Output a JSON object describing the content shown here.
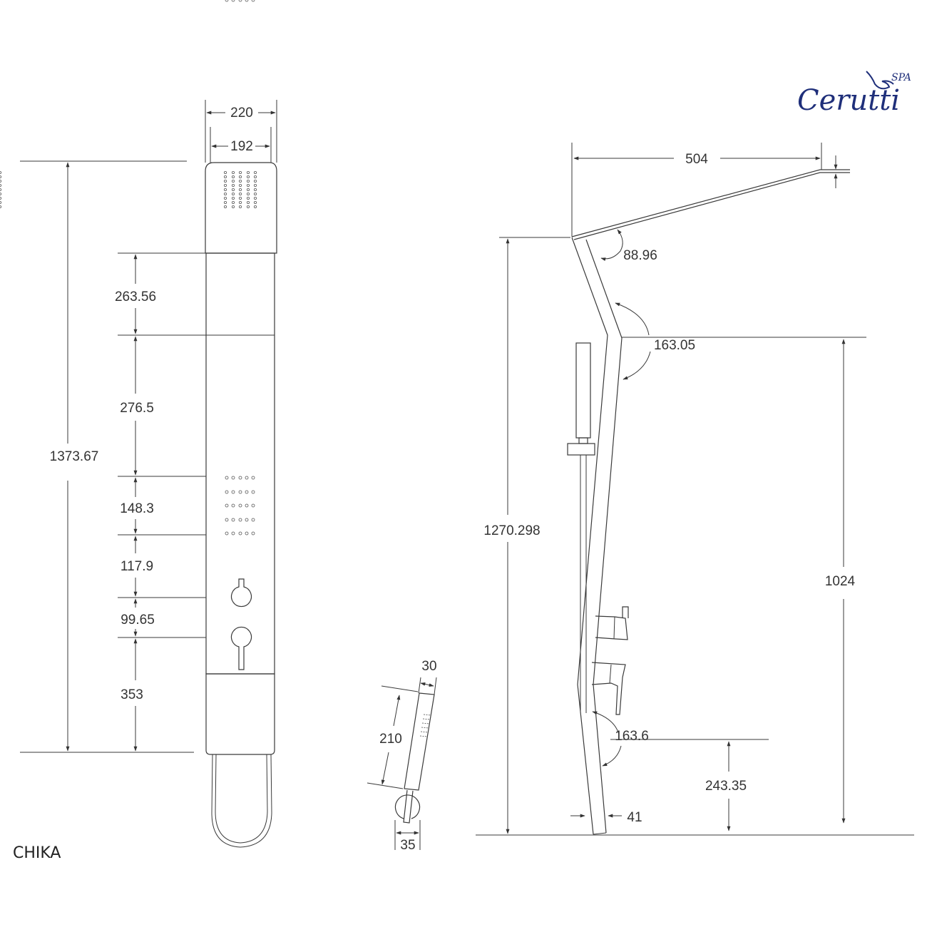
{
  "brand": {
    "name": "Cerutti",
    "suffix": "SPA",
    "color": "#1f2f7a"
  },
  "model": "CHIKA",
  "front_view": {
    "width_outer": "220",
    "width_inner": "192",
    "total_height": "1373.67",
    "segments": [
      "263.56",
      "276.5",
      "148.3",
      "117.9",
      "99.65",
      "353"
    ]
  },
  "hand_shower": {
    "length": "210",
    "head_width": "30",
    "holder_width": "35"
  },
  "side_view": {
    "top_reach": "504",
    "angle_top": "88.96",
    "angle_mid": "163.05",
    "angle_low": "163.6",
    "total_height": "1270.298",
    "bend_height": "1024",
    "low_bend_height": "243.35",
    "thickness": "41"
  }
}
